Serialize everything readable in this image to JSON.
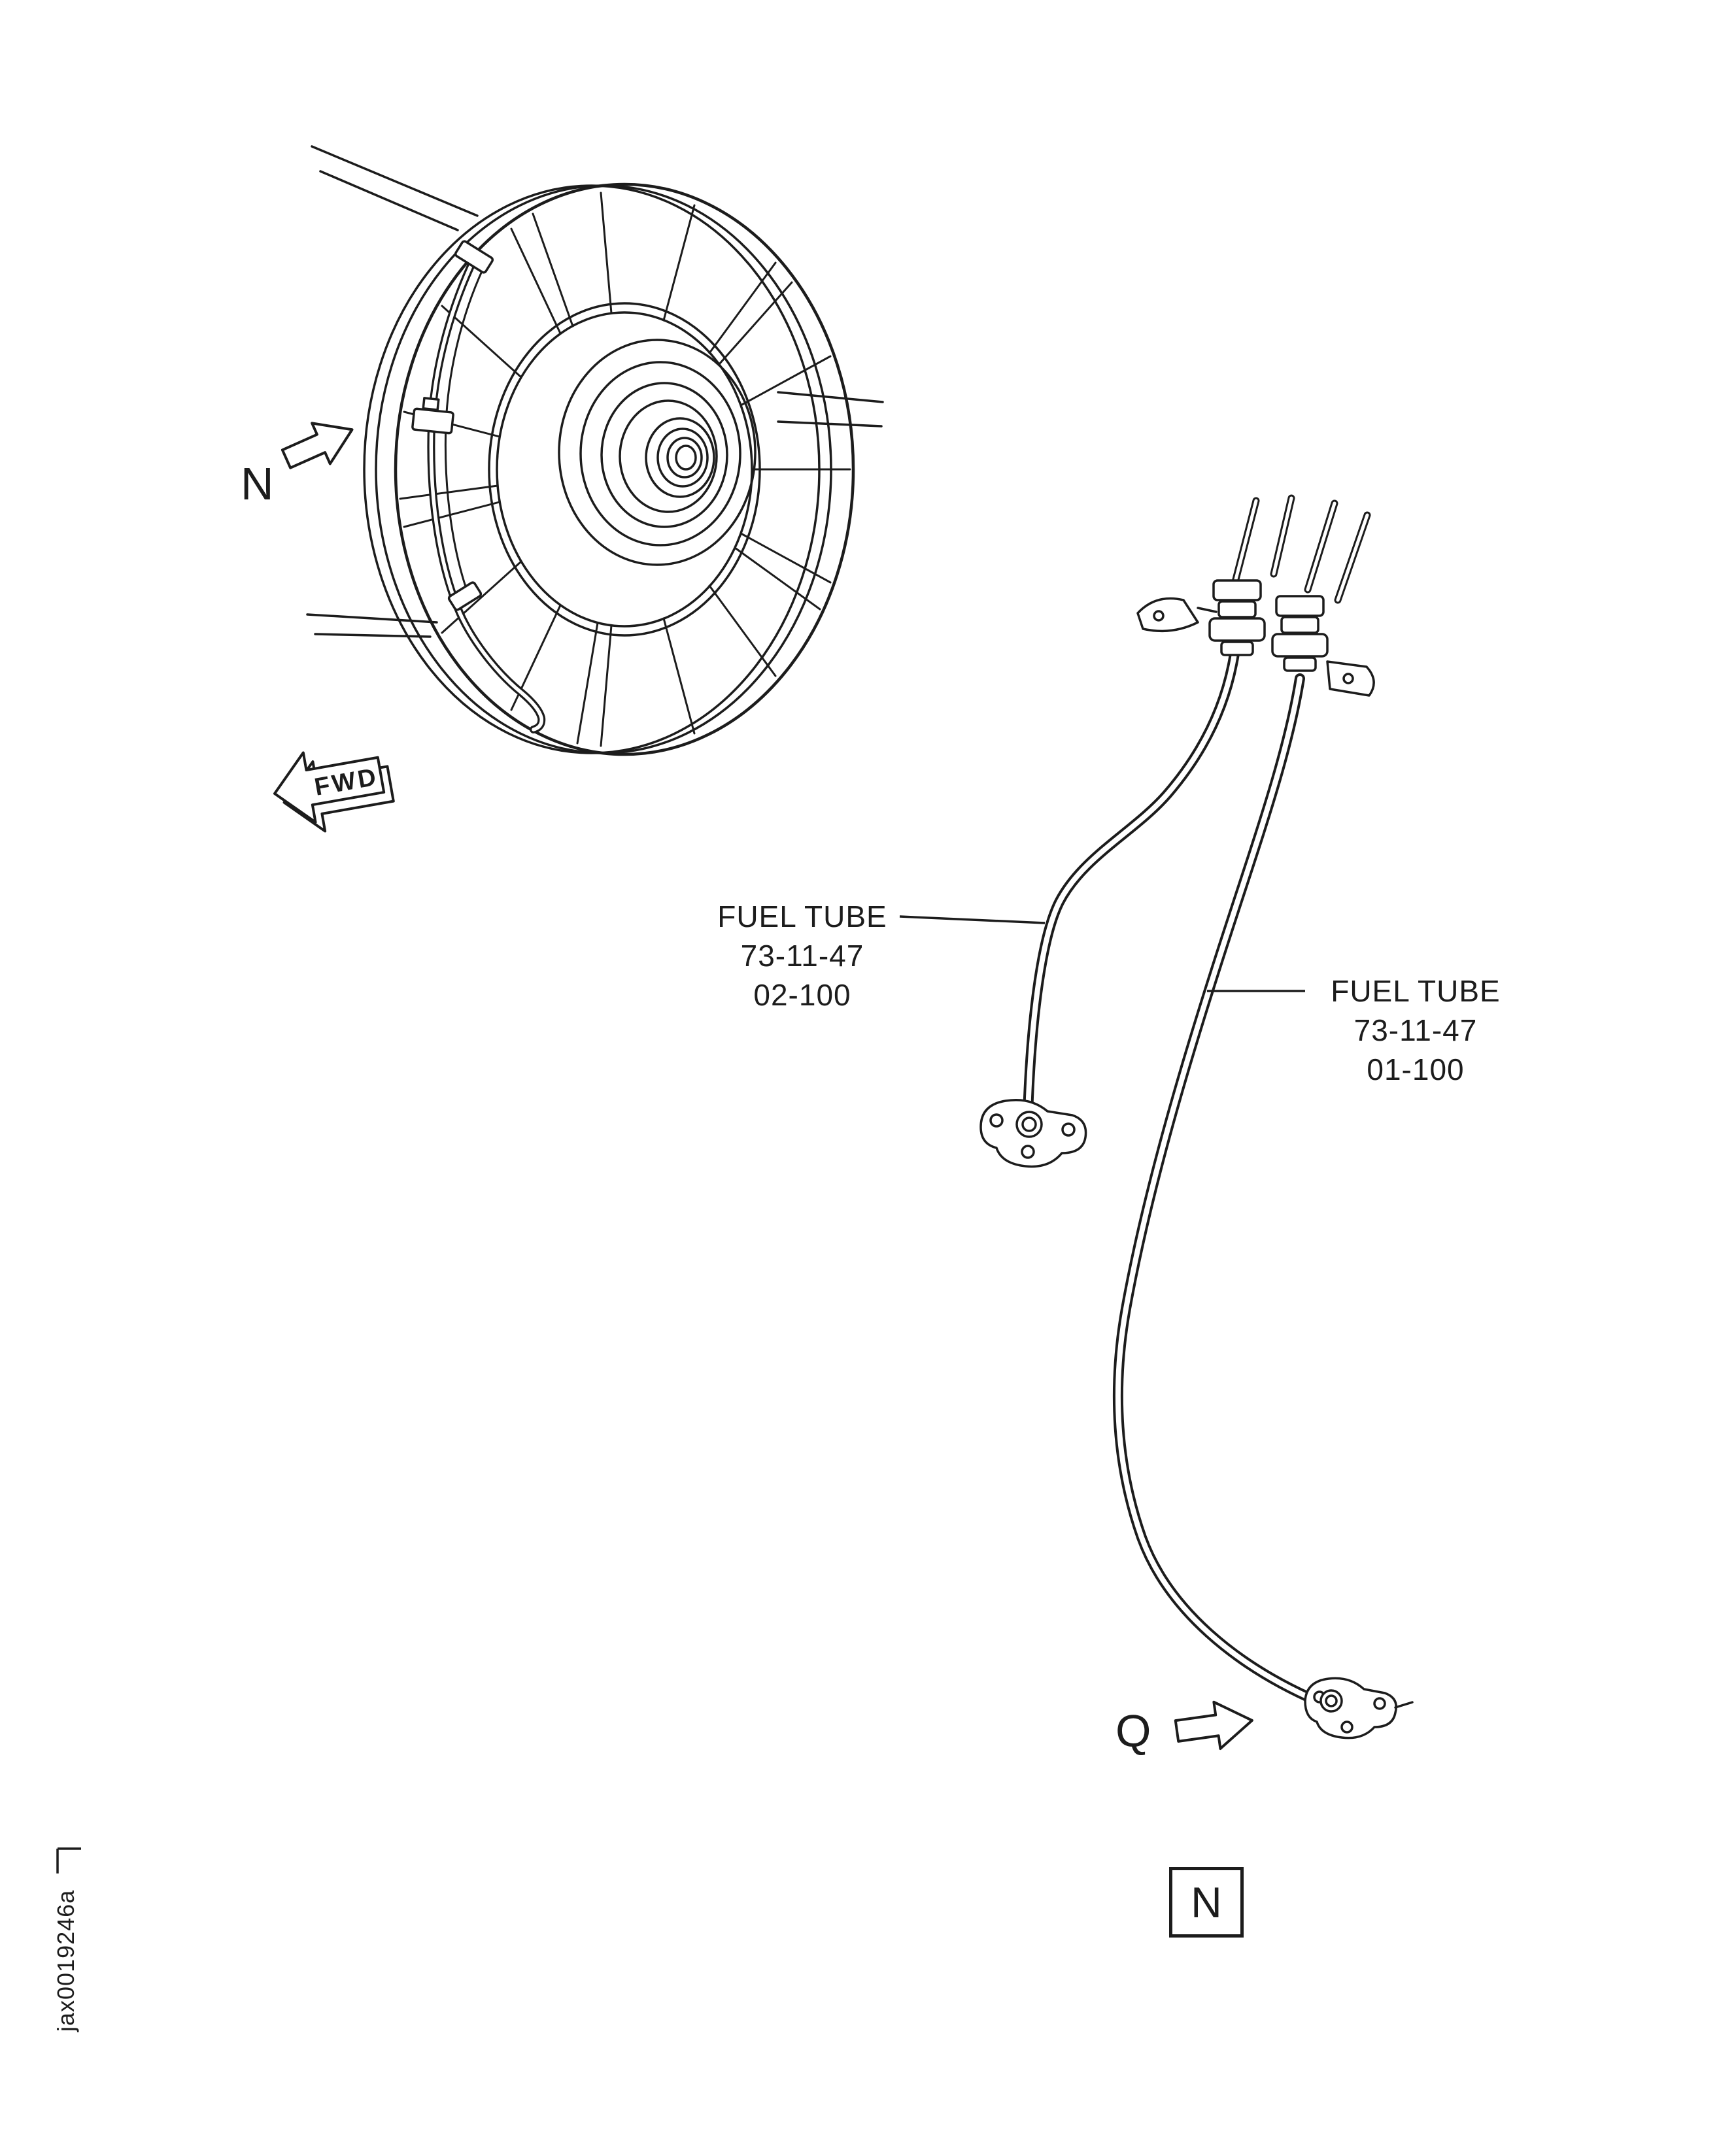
{
  "figure": {
    "doc_number": "jax0019246a",
    "view_arrow_n_letter": "N",
    "fwd_label": "FWD",
    "detail_arrow_q_letter": "Q",
    "view_box_letter": "N"
  },
  "callouts": {
    "left": {
      "line1": "FUEL TUBE",
      "line2": "73-11-47",
      "line3": "02-100"
    },
    "right": {
      "line1": "FUEL TUBE",
      "line2": "73-11-47",
      "line3": "01-100"
    }
  },
  "colors": {
    "ink": "#1c1c1c",
    "paper": "#ffffff"
  }
}
